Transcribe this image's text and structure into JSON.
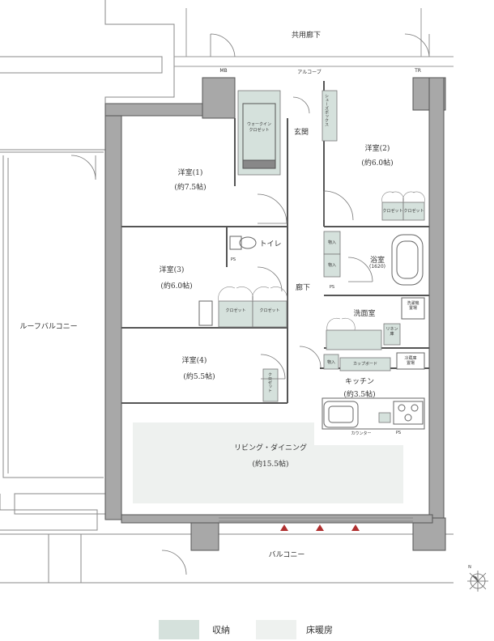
{
  "colors": {
    "storage": "#d5e1dc",
    "floor_heating": "#eef1ef",
    "wall": "#555555",
    "wall_fill": "#a8a8a8",
    "line": "#777777",
    "vent_marker": "#b03030"
  },
  "labels": {
    "common_corridor": "共用廊下",
    "alcove": "アルコーブ",
    "mb": "MB",
    "tr": "TR",
    "entrance": "玄関",
    "shoes_box": "シューズボックス",
    "walk_in_closet": "ウォークイン\nクロゼット",
    "room1_name": "洋室(1)",
    "room1_size": "(約7.5帖)",
    "room2_name": "洋室(2)",
    "room2_size": "(約6.0帖)",
    "room3_name": "洋室(3)",
    "room3_size": "(約6.0帖)",
    "room4_name": "洋室(4)",
    "room4_size": "(約5.5帖)",
    "toilet": "トイレ",
    "bath_name": "浴室",
    "bath_size": "(1620)",
    "hallway": "廊下",
    "washroom": "洗面室",
    "kitchen_name": "キッチン",
    "kitchen_size": "(約3.5帖)",
    "living_name": "リビング・ダイニング",
    "living_size": "(約15.5帖)",
    "roof_balcony": "ルーフバルコニー",
    "balcony": "バルコニー",
    "closet": "クロゼット",
    "storage_short": "物入",
    "ps": "PS",
    "cupboard": "カップボード",
    "counter": "カウンター",
    "fridge": "冷蔵庫\n置場",
    "washer": "洗濯機\n置場",
    "linen": "リネン\n庫",
    "north": "N"
  },
  "legend": [
    {
      "label": "収納",
      "color": "#d5e1dc"
    },
    {
      "label": "床暖房",
      "color": "#eef1ef"
    }
  ]
}
